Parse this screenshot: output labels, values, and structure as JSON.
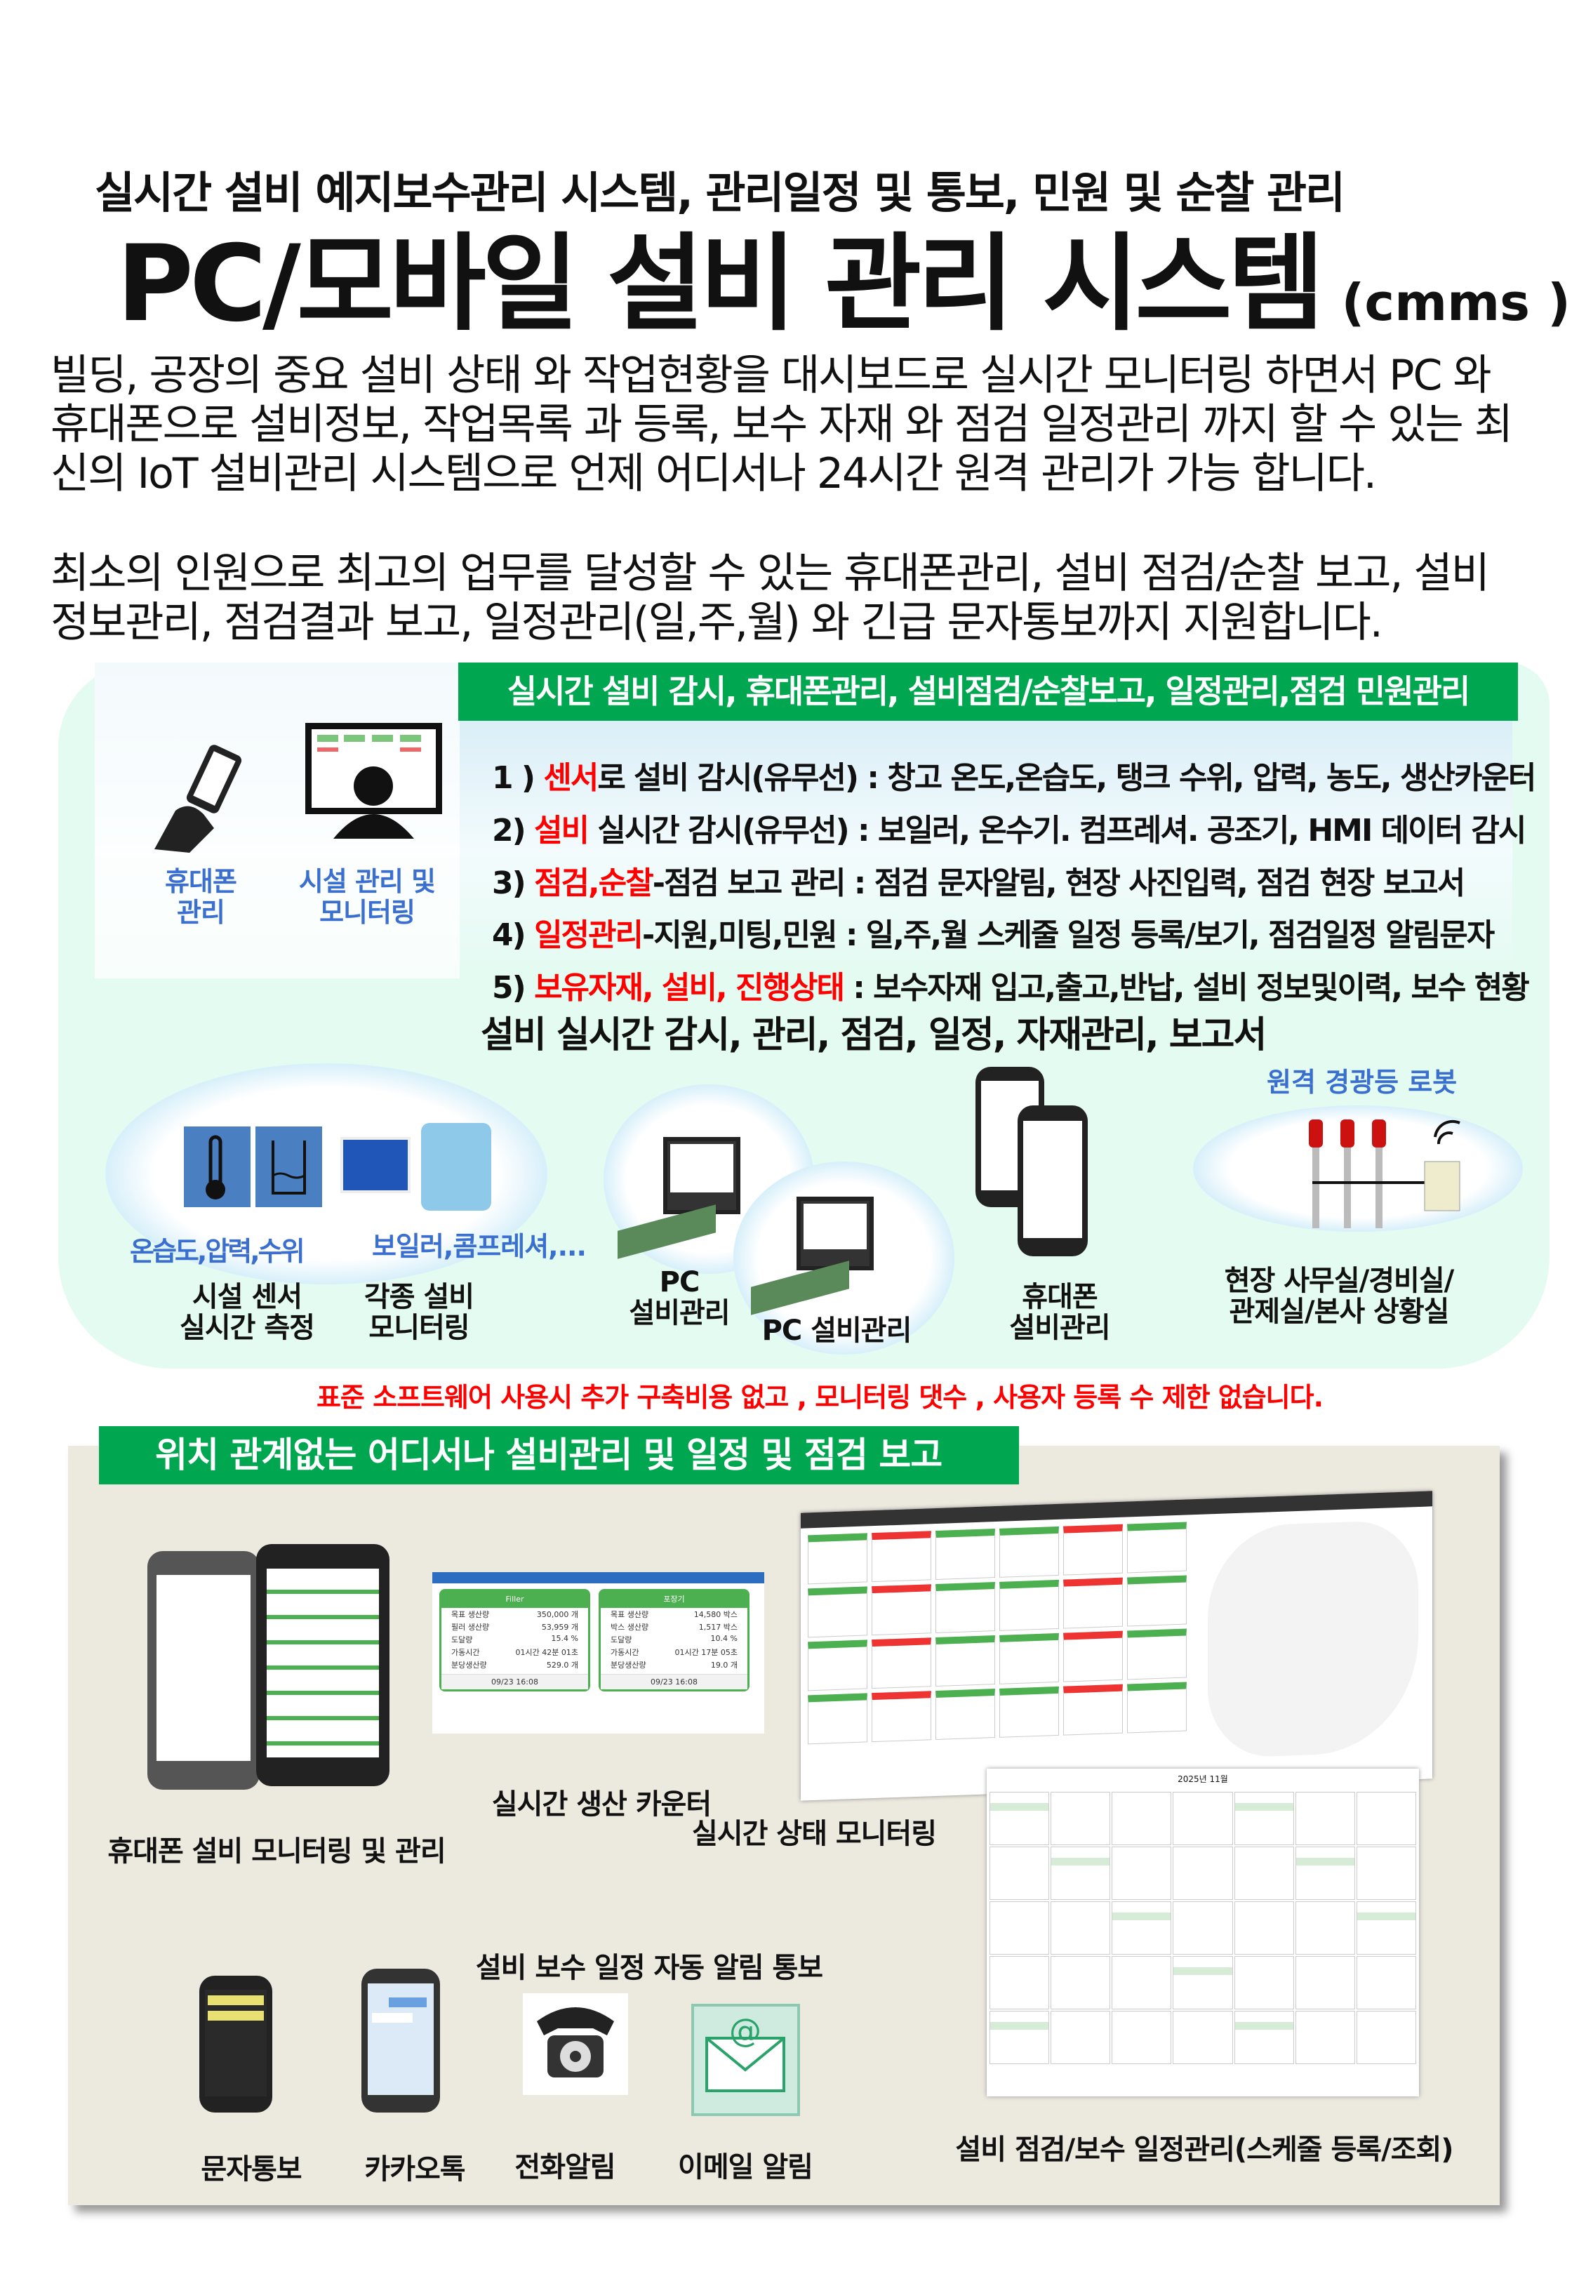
{
  "header": {
    "subtitle": "실시간 설비 예지보수관리 시스템, 관리일정 및 통보, 민원 및 순찰 관리",
    "title": "PC/모바일 설비 관리 시스템",
    "title_suffix": "(cmms )"
  },
  "intro": {
    "p1": [
      "빌딩, 공장의 중요 설비 상태 와 작업현황을 대시보드로 실시간 모니터링 하면서 PC 와",
      "휴대폰으로 설비정보, 작업목록 과 등록, 보수 자재 와 점검 일정관리 까지 할 수 있는 최",
      "신의 IoT 설비관리 시스템으로 언제 어디서나 24시간 원격 관리가 가능 합니다."
    ],
    "p2": [
      "최소의 인원으로 최고의 업무를 달성할 수 있는 휴대폰관리, 설비 점검/순찰 보고, 설비",
      "정보관리, 점검결과 보고, 일정관리(일,주,월) 와 긴급 문자통보까지 지원합니다."
    ]
  },
  "section1": {
    "banner": "실시간 설비 감시, 휴대폰관리, 설비점검/순찰보고, 일정관리,점검 민원관리",
    "left_labels": [
      [
        "휴대폰",
        "관리"
      ],
      [
        "시설 관리 및",
        "모니터링"
      ]
    ],
    "items": [
      {
        "num": "1 )",
        "red": "센서",
        "text": "로 설비 감시(유무선) : 창고 온도,온습도, 탱크 수위, 압력, 농도, 생산카운터"
      },
      {
        "num": "2)",
        "red": "설비",
        "text": " 실시간 감시(유무선) : 보일러, 온수기. 컴프레셔. 공조기, HMI 데이터 감시"
      },
      {
        "num": "3)",
        "red": "점검,순찰",
        "text": "-점검 보고 관리 : 점검 문자알림, 현장 사진입력, 점검 현장 보고서"
      },
      {
        "num": "4)",
        "red": "일정관리",
        "text": "-지원,미팅,민원 : 일,주,월 스케줄 일정 등록/보기, 점검일정 알림문자"
      },
      {
        "num": "5)",
        "red": "보유자재, 설비, 진행상태",
        "text": "  : 보수자재 입고,출고,반납, 설비 정보및이력, 보수 현황"
      }
    ],
    "summary": "설비 실시간 감시, 관리, 점검, 일정, 자재관리, 보고서",
    "robot_label": "원격 경광등 로봇",
    "sensor_blue": "온습도,압력,수위",
    "equip_blue": "보일러,콤프레셔,...",
    "captions": {
      "sensor": [
        "시설 센서",
        "실시간 측정"
      ],
      "equip": [
        "각종 설비",
        "모니터링"
      ],
      "pc1": [
        "PC",
        "설비관리"
      ],
      "pc2": "PC 설비관리",
      "mobile": [
        "휴대폰",
        "설비관리"
      ],
      "office": [
        "현장 사무실/경비실/",
        "관제실/본사 상황실"
      ]
    },
    "notice": "표준 소프트웨어 사용시 추가 구축비용 없고 , 모니터링 댓수 , 사용자 등록 수  제한 없습니다."
  },
  "section2": {
    "tab": "위치 관계없는 어디서나 설비관리 및 일정 및 점검 보고",
    "mobile_caption": "휴대폰 설비 모니터링 및 관리",
    "counter_caption": "실시간 생산 카운터",
    "status_caption": "실시간 상태 모니터링",
    "alert_caption": "설비 보수 일정 자동 알림 통보",
    "calendar_caption": "설비 점검/보수 일정관리(스케줄 등록/조회)",
    "calendar_month": "2025년 11월",
    "counters": [
      {
        "name": "Filler",
        "rows": [
          [
            "목표 생산량",
            "350,000 개"
          ],
          [
            "필러 생산량",
            "53,959 개"
          ],
          [
            "도달량",
            "15.4 %"
          ],
          [
            "가동시간",
            "01시간 42분 01초"
          ],
          [
            "분당생산량",
            "529.0 개"
          ]
        ],
        "time": "09/23 16:08"
      },
      {
        "name": "포장기",
        "rows": [
          [
            "목표 생산량",
            "14,580 박스"
          ],
          [
            "박스 생산량",
            "1,517 박스"
          ],
          [
            "도달량",
            "10.4 %"
          ],
          [
            "가동시간",
            "01시간 17분 05초"
          ],
          [
            "분당생산량",
            "19.0 개"
          ]
        ],
        "time": "09/23 16:08"
      }
    ],
    "alerts": [
      "문자통보",
      "카카오톡",
      "전화알림",
      "이메일 알림"
    ]
  },
  "colors": {
    "green": "#00a650",
    "red": "#ff0000",
    "blue": "#3a6fd0",
    "beige": "#ece9df"
  }
}
